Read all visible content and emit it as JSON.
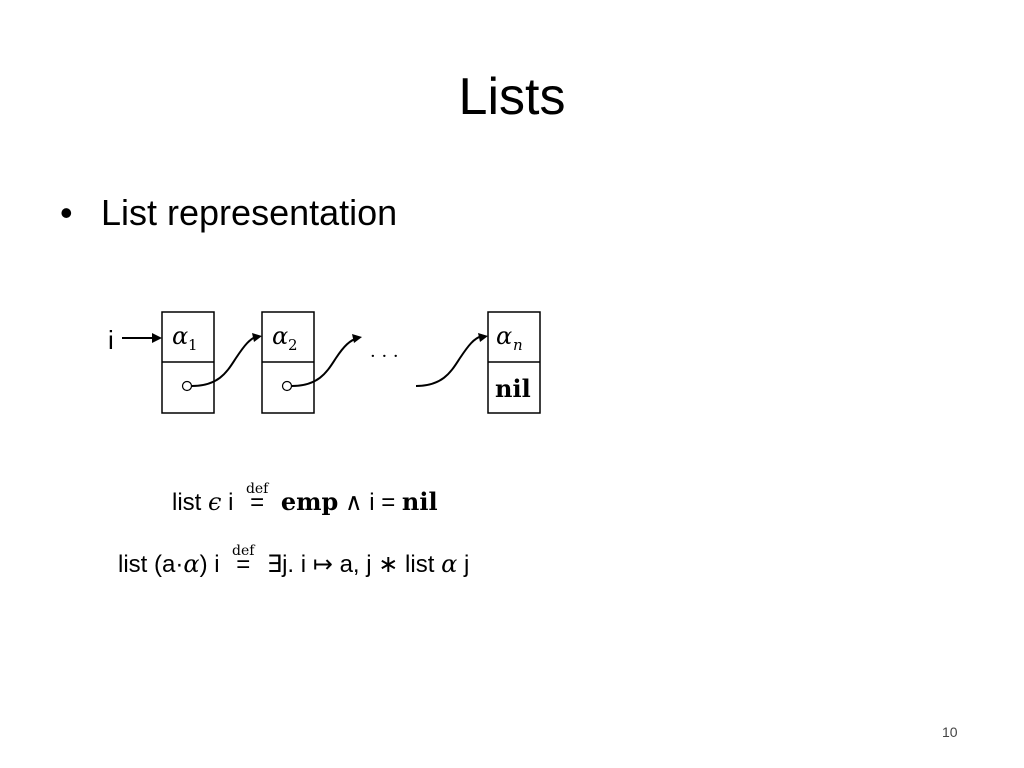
{
  "slide": {
    "title": "Lists",
    "bullet": "List representation",
    "page_number": "10"
  },
  "diagram": {
    "pointer_label": "i",
    "cells": [
      {
        "head": "α",
        "head_sub": "1",
        "tail": "○"
      },
      {
        "head": "α",
        "head_sub": "2",
        "tail": "○"
      },
      {
        "head": "α",
        "head_sub": "n",
        "tail": "nil"
      }
    ],
    "ellipsis": "· · ·"
  },
  "formulas": {
    "line1": {
      "list": "list",
      "epsilon": "ϵ",
      "i": "i",
      "def": "def",
      "eq": "=",
      "emp": "emp",
      "and": "∧",
      "i2": "i",
      "eq2": "=",
      "nil": "nil"
    },
    "line2": {
      "list": "list",
      "arg": "(a·",
      "alpha": "α",
      "close": ")",
      "i": "i",
      "def": "def",
      "eq": "=",
      "exists": "∃j.",
      "i2": "i",
      "mapsto": "↦",
      "rest": "a, j",
      "star": "∗",
      "list2": "list",
      "alpha2": "α",
      "j": "j"
    }
  }
}
